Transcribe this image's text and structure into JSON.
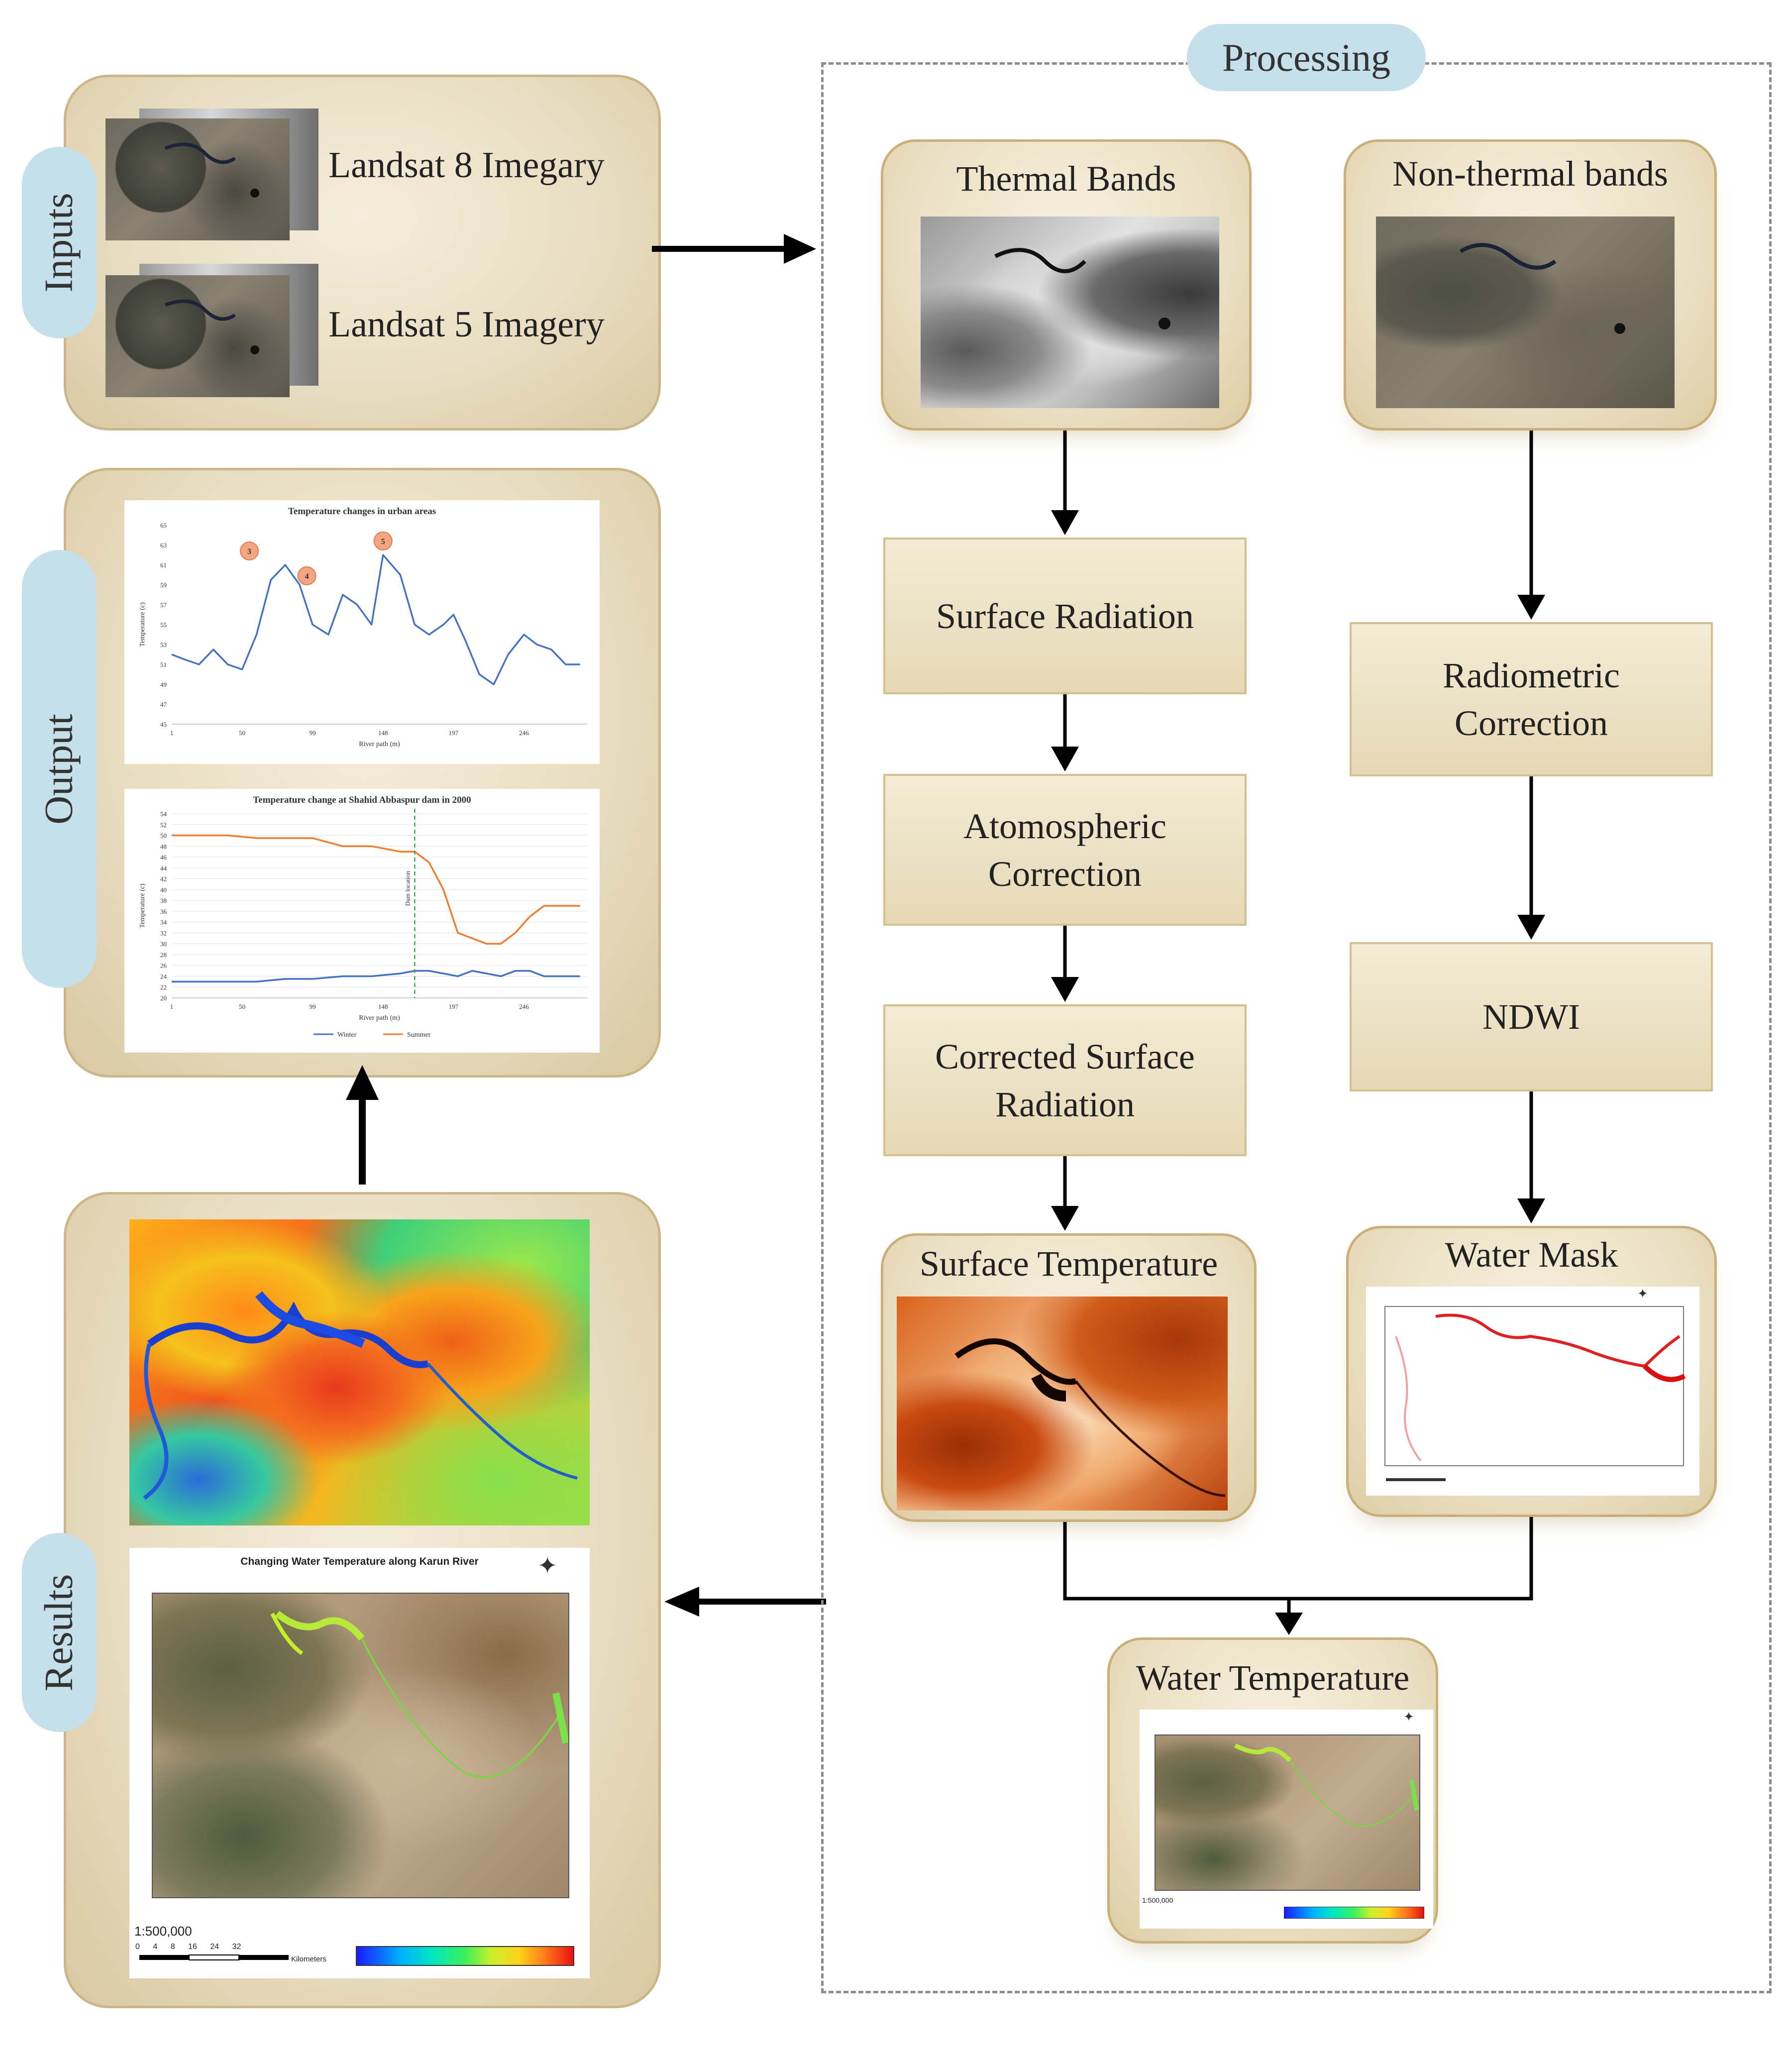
{
  "inputs": {
    "label": "Inputs",
    "landsat8": "Landsat 8 Imegary",
    "landsat5": "Landsat 5 Imagery"
  },
  "output": {
    "label": "Output",
    "chart1_title": "Temperature changes in urban areas",
    "chart2_title": "Temperature change at Shahid Abbaspur dam in 2000"
  },
  "results": {
    "label": "Results",
    "map_title": "Changing Water Temperature along Karun River",
    "scale": "1:500,000",
    "km_label": "Kilometers",
    "km_ticks": [
      "0",
      "4",
      "8",
      "16",
      "24",
      "32"
    ]
  },
  "processing": {
    "label": "Processing",
    "thermal_bands": "Thermal Bands",
    "non_thermal_bands": "Non-thermal bands",
    "surface_radiation": "Surface Radiation",
    "atmospheric_correction": "Atomospheric Correction",
    "corrected_surface_radiation": "Corrected Surface Radiation",
    "surface_temperature": "Surface Temperature",
    "radiometric_correction": "Radiometric Correction",
    "ndwi": "NDWI",
    "water_mask": "Water Mask",
    "water_temperature": "Water Temperature",
    "mini_scale": "1:500,000"
  },
  "chart_data": [
    {
      "type": "line",
      "title": "Temperature changes in urban areas",
      "xlabel": "River path (m)",
      "ylabel": "Temperature (c)",
      "ylim": [
        45,
        65
      ],
      "yticks": [
        "45",
        "47",
        "49",
        "51",
        "53",
        "55",
        "57",
        "59",
        "61",
        "63",
        "65"
      ],
      "xticks": [
        "1",
        "50",
        "99",
        "148",
        "197",
        "246"
      ],
      "annotations": [
        "3",
        "4",
        "5"
      ],
      "x": [
        1,
        10,
        20,
        30,
        40,
        50,
        60,
        70,
        80,
        90,
        99,
        110,
        120,
        130,
        140,
        148,
        160,
        170,
        180,
        190,
        197,
        205,
        215,
        225,
        235,
        246,
        255,
        265,
        275,
        285
      ],
      "series": [
        {
          "values": [
            52,
            51.5,
            51,
            52.5,
            51,
            50.5,
            54,
            59.5,
            61,
            59,
            55,
            54,
            58,
            57,
            55,
            62,
            60,
            55,
            54,
            55,
            56,
            53.5,
            50,
            49,
            52,
            54,
            53,
            52.5,
            51,
            51
          ]
        }
      ]
    },
    {
      "type": "line",
      "title": "Temperature change at Shahid Abbaspur dam in 2000",
      "xlabel": "River path (m)",
      "ylabel": "Temperature (c)",
      "ylim": [
        20,
        54
      ],
      "yticks": [
        "20",
        "22",
        "24",
        "26",
        "28",
        "30",
        "32",
        "34",
        "36",
        "38",
        "40",
        "42",
        "44",
        "46",
        "48",
        "50",
        "52",
        "54"
      ],
      "xticks": [
        "1",
        "50",
        "99",
        "148",
        "197",
        "246"
      ],
      "annotations": [
        "Dam location"
      ],
      "x": [
        1,
        20,
        40,
        60,
        80,
        99,
        120,
        140,
        160,
        170,
        180,
        190,
        200,
        210,
        220,
        230,
        240,
        250,
        260,
        270,
        285
      ],
      "series": [
        {
          "name": "Winter",
          "values": [
            23,
            23,
            23,
            23,
            23.5,
            23.5,
            24,
            24,
            24.5,
            25,
            25,
            24.5,
            24,
            25,
            24.5,
            24,
            25,
            25,
            24,
            24,
            24
          ]
        },
        {
          "name": "Summer",
          "values": [
            50,
            50,
            50,
            49.5,
            49.5,
            49.5,
            48,
            48,
            47,
            47,
            45,
            40,
            32,
            31,
            30,
            30,
            32,
            35,
            37,
            37,
            37
          ]
        }
      ]
    }
  ]
}
